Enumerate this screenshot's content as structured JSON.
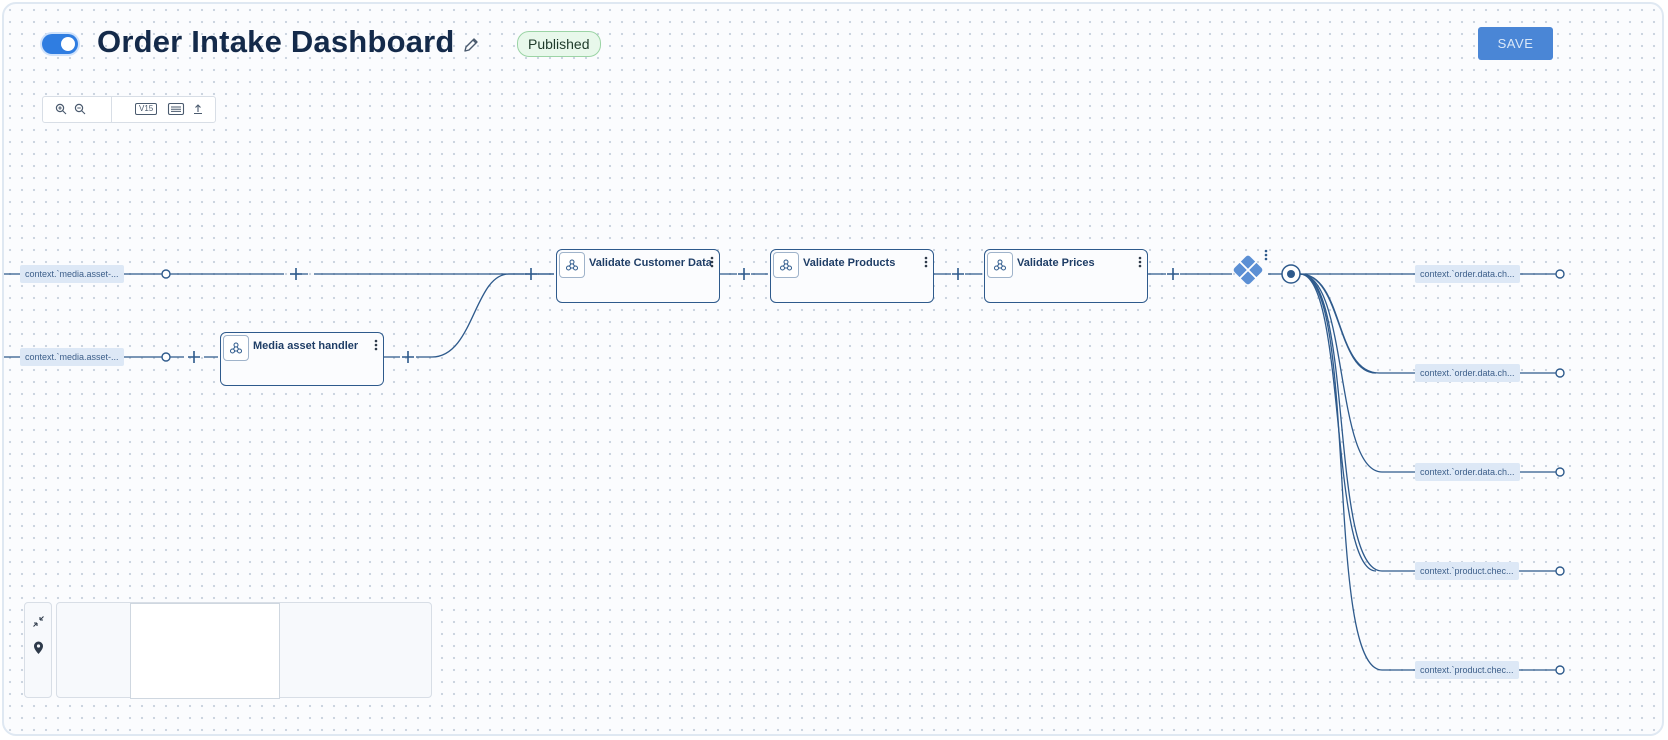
{
  "header": {
    "title": "Order Intake Dashboard",
    "status": "Published",
    "save_label": "SAVE",
    "toggle_on": true
  },
  "toolbar": {
    "version": "V15"
  },
  "inputs": [
    {
      "label": "context.`media.asset-..."
    },
    {
      "label": "context.`media.asset-..."
    }
  ],
  "nodes": [
    {
      "label": "Media asset handler"
    },
    {
      "label": "Validate Customer Data"
    },
    {
      "label": "Validate Products"
    },
    {
      "label": "Validate Prices"
    }
  ],
  "outputs": [
    {
      "label": "context.`order.data.ch..."
    },
    {
      "label": "context.`order.data.ch..."
    },
    {
      "label": "context.`order.data.ch..."
    },
    {
      "label": "context.`product.chec..."
    },
    {
      "label": "context.`product.chec..."
    }
  ],
  "colors": {
    "accent": "#2f7de1",
    "edge": "#2e5a8c",
    "gateway": "#5b8fd4",
    "published_bg": "#e8f8eb"
  }
}
